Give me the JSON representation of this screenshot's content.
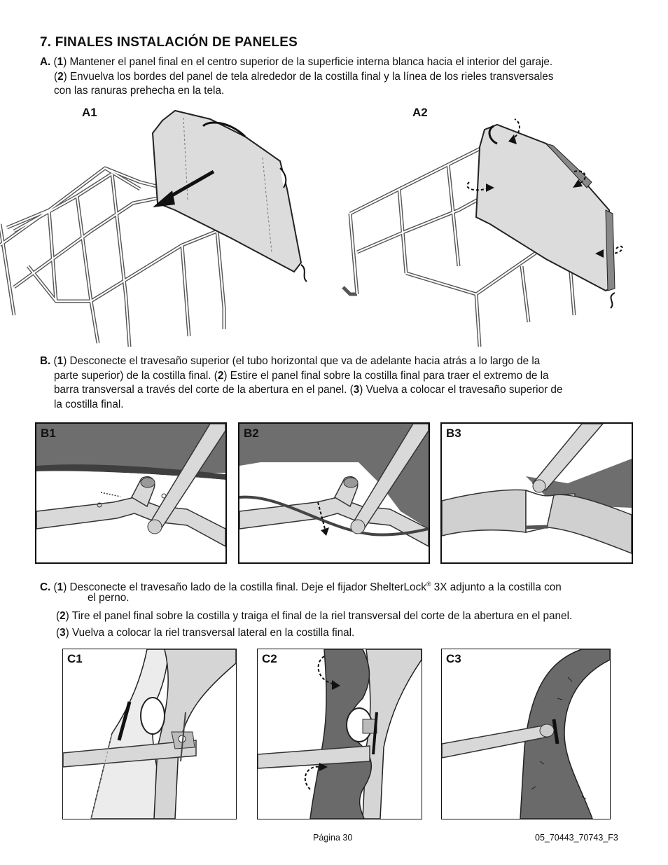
{
  "section": {
    "title": "7. FINALES INSTALACIÓN DE PANELES"
  },
  "step_a": {
    "letter": "A.",
    "n1": "1",
    "text1": ") Mantener el panel final en el centro superior de la superficie interna blanca hacia el interior del garaje.",
    "n2": "2",
    "text2": ") Envuelva los bordes del panel de tela alrededor de la costilla final y la línea de los rieles transversales",
    "text3": "con las ranuras prehecha en la tela."
  },
  "step_b": {
    "letter": "B.",
    "line1_pre": " (",
    "n1": "1",
    "line1": ") Desconecte el travesaño superior (el tubo horizontal que va de adelante hacia atrás a lo largo de la",
    "line2_a": "parte superior) de la costilla final. (",
    "n2": "2",
    "line2_b": ") Estire el panel final sobre la costilla final para traer el extremo de la",
    "line3_a": "barra transversal a través del corte de la abertura en el panel.  (",
    "n3": "3",
    "line3_b": ") Vuelva a colocar el travesaño superior de",
    "line4": "la costilla final."
  },
  "step_c": {
    "letter": "C.",
    "n1": "1",
    "line1_a": ") Desconecte el travesaño lado de la costilla final. Deje el fijador ShelterLock",
    "reg": "®",
    "line1_b": " 3X adjunto a la costilla con",
    "line1_c": "el perno.",
    "n2": "2",
    "line2": ") Tire el panel final sobre la costilla y traiga el final de la riel transversal del corte de la abertura en el panel.",
    "n3": "3",
    "line3": ") Vuelva a colocar la riel transversal lateral en la costilla final."
  },
  "figures": {
    "a1": "A1",
    "a2": "A2",
    "b1": "B1",
    "b2": "B2",
    "b3": "B3",
    "c1": "C1",
    "c2": "C2",
    "c3": "C3"
  },
  "footer": {
    "page": "Página 30",
    "code": "05_70443_70743_F3"
  }
}
